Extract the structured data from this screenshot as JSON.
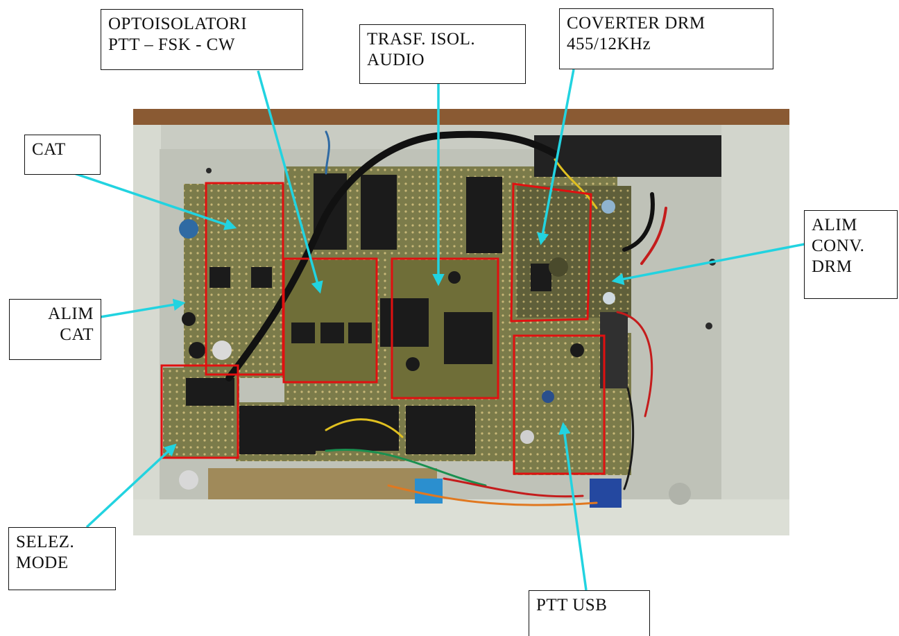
{
  "labels": {
    "cat": [
      "CAT"
    ],
    "alim_cat": [
      "ALIM",
      "CAT"
    ],
    "selez_mode": [
      "SELEZ.",
      "MODE"
    ],
    "optoisolatori": [
      "OPTOISOLATORI",
      "PTT – FSK - CW"
    ],
    "trasf_isol": [
      "TRASF. ISOL.",
      "AUDIO"
    ],
    "coverter_drm": [
      "COVERTER DRM",
      "455/12KHz"
    ],
    "alim_conv_drm": [
      "ALIM",
      "CONV.",
      "DRM"
    ],
    "ptt_usb": [
      "PTT USB"
    ]
  },
  "colors": {
    "highlight_box": "#e01010",
    "pointer_arrow": "#22d3e0",
    "chassis": "#c9ccc3",
    "pcb_green": "#6a6a3e",
    "wood": "#8a5a33"
  }
}
